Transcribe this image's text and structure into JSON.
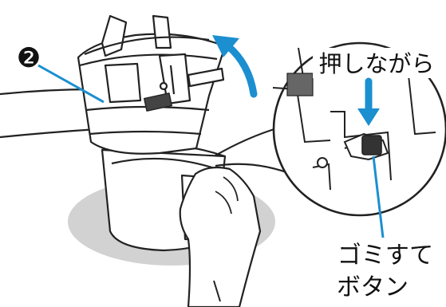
{
  "step_marker": "❷",
  "callout_press": "押しながら",
  "callout_button_line1": "ゴミすて",
  "callout_button_line2": "ボタン",
  "colors": {
    "accent_blue": "#1b8fd0",
    "shadow_gray": "#d2d2d2",
    "outline": "#222222"
  },
  "icons": [
    "rotate-arrow-icon",
    "press-down-arrow-icon"
  ]
}
